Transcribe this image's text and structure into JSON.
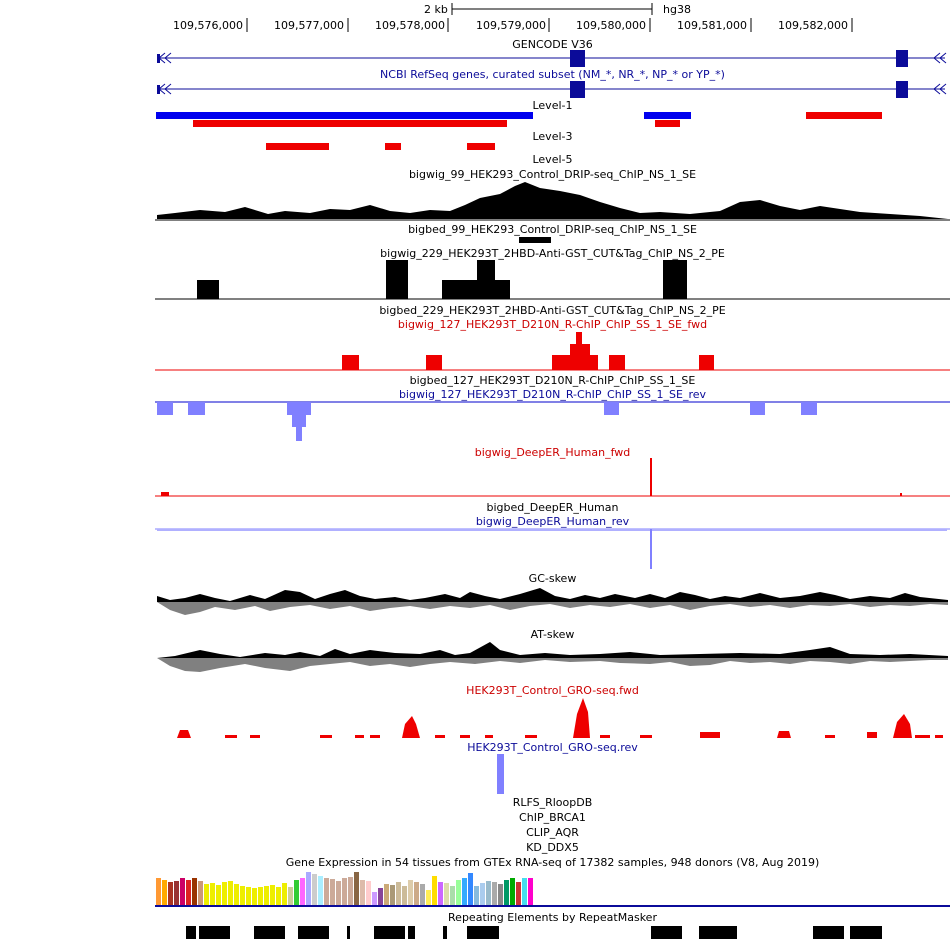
{
  "ruler": {
    "scale_label": "2 kb",
    "assembly": "hg38",
    "positions": [
      "109,576,000",
      "109,577,000",
      "109,578,000",
      "109,579,000",
      "109,580,000",
      "109,581,000",
      "109,582,000"
    ]
  },
  "tracks": {
    "gencode": "GENCODE V36",
    "refseq": "NCBI RefSeq genes, curated subset (NM_*, NR_*, NP_* or YP_*)",
    "level1": "Level-1",
    "level3": "Level-3",
    "level5": "Level-5",
    "drip_bigwig": "bigwig_99_HEK293_Control_DRIP-seq_ChIP_NS_1_SE",
    "drip_bigbed": "bigbed_99_HEK293_Control_DRIP-seq_ChIP_NS_1_SE",
    "cuttag_bigwig": "bigwig_229_HEK293T_2HBD-Anti-GST_CUT&Tag_ChIP_NS_2_PE",
    "cuttag_bigbed": "bigbed_229_HEK293T_2HBD-Anti-GST_CUT&Tag_ChIP_NS_2_PE",
    "rchip_fwd": "bigwig_127_HEK293T_D210N_R-ChIP_ChIP_SS_1_SE_fwd",
    "rchip_bigbed": "bigbed_127_HEK293T_D210N_R-ChIP_ChIP_SS_1_SE",
    "rchip_rev": "bigwig_127_HEK293T_D210N_R-ChIP_ChIP_SS_1_SE_rev",
    "deeper_fwd": "bigwig_DeepER_Human_fwd",
    "deeper_bigbed": "bigbed_DeepER_Human",
    "deeper_rev": "bigwig_DeepER_Human_rev",
    "gc_skew": "GC-skew",
    "at_skew": "AT-skew",
    "gro_fwd": "HEK293T_Control_GRO-seq.fwd",
    "gro_rev": "HEK293T_Control_GRO-seq.rev",
    "rlfs": "RLFS_RloopDB",
    "chip_brca1": "ChIP_BRCA1",
    "clip_aqr": "CLIP_AQR",
    "kd_ddx5": "KD_DDX5",
    "gtex": "Gene Expression in 54 tissues from GTEx RNA-seq of 17382 samples, 948 donors (V8, Aug 2019)",
    "repeatmasker": "Repeating Elements by RepeatMasker"
  },
  "colors": {
    "gene_blue": "#0b0b99",
    "level_blue": "#0000ee",
    "level_red": "#ee0000",
    "signal_black": "#000000",
    "signal_red": "#ee0000",
    "signal_lightblue": "#8080ff",
    "skew_grey": "#808080"
  }
}
